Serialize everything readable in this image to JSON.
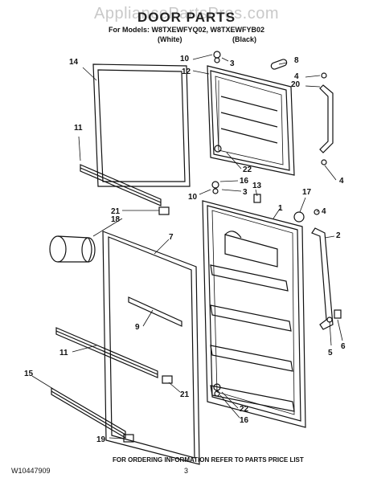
{
  "watermark": "AppliancePartsPros.com",
  "title": "DOOR PARTS",
  "models_line": "For Models: W8TXEWFYQ02, W8TXEWFYB02",
  "color_white": "(White)",
  "color_black": "(Black)",
  "footer_note": "FOR ORDERING INFORMATION REFER TO PARTS PRICE LIST",
  "doc_number": "W10447909",
  "page_number": "3",
  "callouts": [
    "10",
    "3",
    "8",
    "12",
    "4",
    "20",
    "14",
    "11",
    "22",
    "16",
    "4",
    "10",
    "3",
    "13",
    "17",
    "4",
    "1",
    "21",
    "18",
    "7",
    "2",
    "9",
    "11",
    "5",
    "6",
    "15",
    "21",
    "22",
    "16",
    "19"
  ]
}
